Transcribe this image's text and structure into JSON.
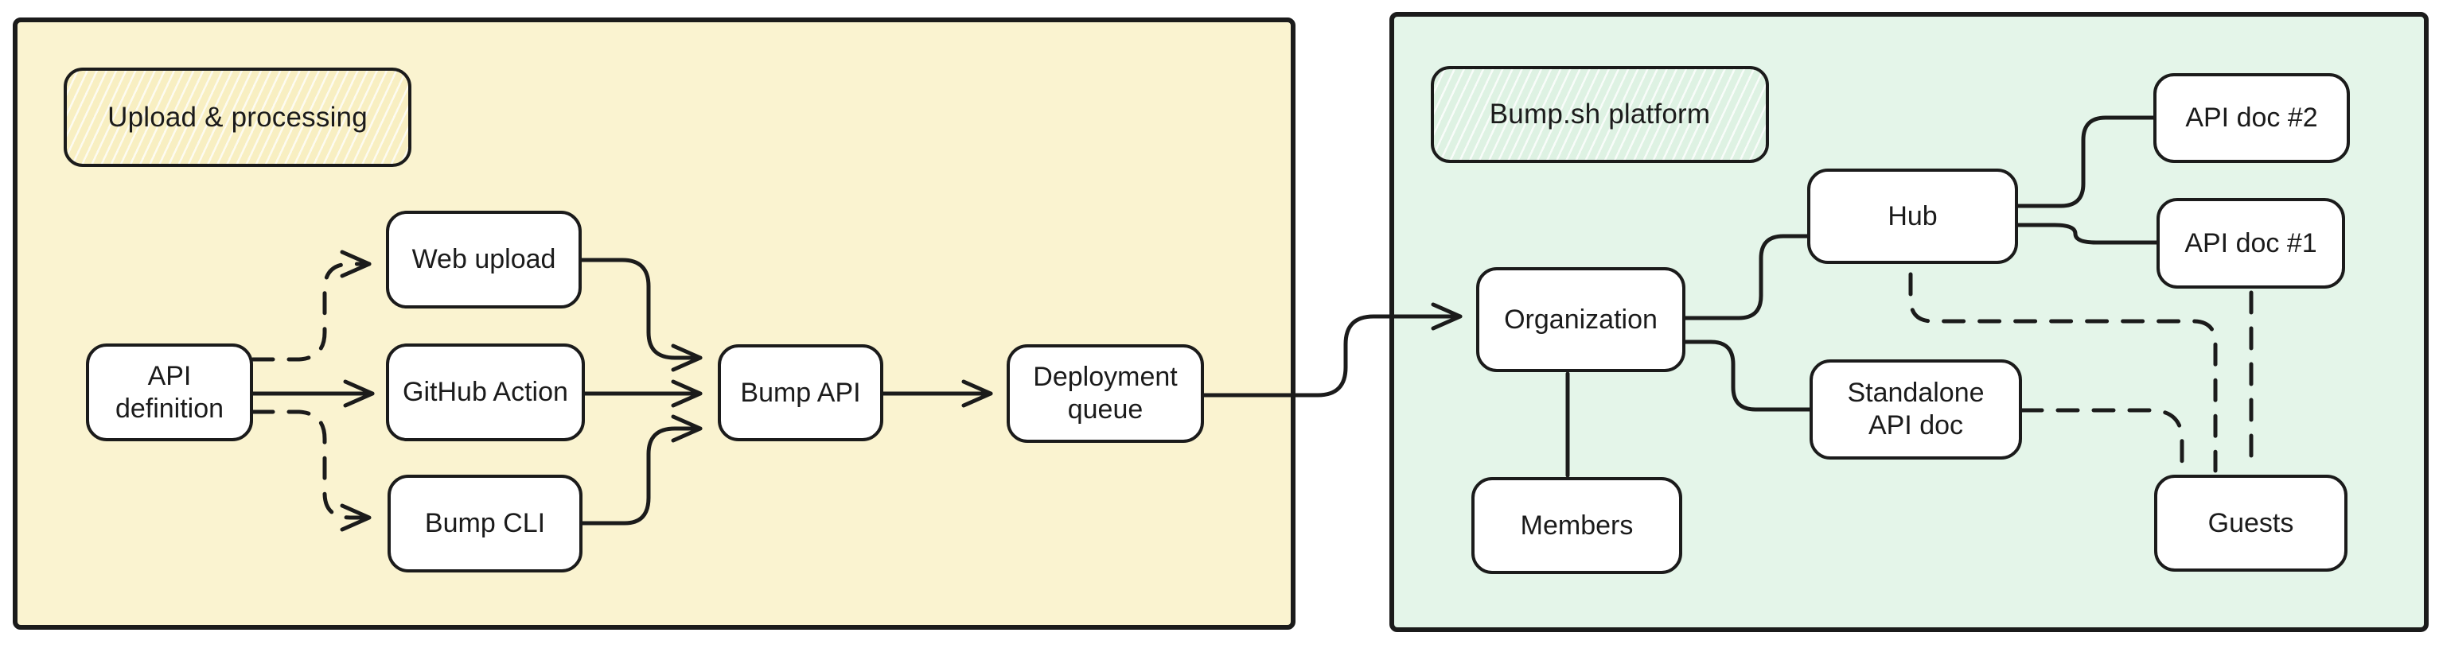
{
  "colors": {
    "ink": "#1b1b1b",
    "upload_panel_bg": "#faf3d0",
    "upload_label_bg": "#f8efc2",
    "platform_panel_bg": "#e4f5e9",
    "platform_label_bg": "#def2e3",
    "node_bg": "#ffffff"
  },
  "panels": {
    "upload": {
      "title": "Upload & processing"
    },
    "platform": {
      "title": "Bump.sh platform"
    }
  },
  "nodes": {
    "api_definition": {
      "label": "API\ndefinition"
    },
    "web_upload": {
      "label": "Web upload"
    },
    "github_action": {
      "label": "GitHub Action"
    },
    "bump_cli": {
      "label": "Bump CLI"
    },
    "bump_api": {
      "label": "Bump API"
    },
    "deployment_queue": {
      "label": "Deployment\nqueue"
    },
    "organization": {
      "label": "Organization"
    },
    "members": {
      "label": "Members"
    },
    "hub": {
      "label": "Hub"
    },
    "standalone_api_doc": {
      "label": "Standalone\nAPI doc"
    },
    "api_doc_2": {
      "label": "API doc #2"
    },
    "api_doc_1": {
      "label": "API doc #1"
    },
    "guests": {
      "label": "Guests"
    }
  },
  "edges": [
    {
      "from": "API definition",
      "to": "Web upload",
      "line": "dashed",
      "arrow": true
    },
    {
      "from": "API definition",
      "to": "GitHub Action",
      "line": "solid",
      "arrow": true
    },
    {
      "from": "API definition",
      "to": "Bump CLI",
      "line": "dashed",
      "arrow": true
    },
    {
      "from": "Web upload",
      "to": "Bump API",
      "line": "solid",
      "arrow": true
    },
    {
      "from": "GitHub Action",
      "to": "Bump API",
      "line": "solid",
      "arrow": true
    },
    {
      "from": "Bump CLI",
      "to": "Bump API",
      "line": "solid",
      "arrow": true
    },
    {
      "from": "Bump API",
      "to": "Deployment queue",
      "line": "solid",
      "arrow": true
    },
    {
      "from": "Deployment queue",
      "to": "Organization",
      "line": "solid",
      "arrow": true
    },
    {
      "from": "Organization",
      "to": "Hub",
      "line": "solid",
      "arrow": false
    },
    {
      "from": "Organization",
      "to": "Standalone API doc",
      "line": "solid",
      "arrow": false
    },
    {
      "from": "Organization",
      "to": "Members",
      "line": "solid",
      "arrow": false
    },
    {
      "from": "Hub",
      "to": "API doc #2",
      "line": "solid",
      "arrow": false
    },
    {
      "from": "Hub",
      "to": "API doc #1",
      "line": "solid",
      "arrow": false
    },
    {
      "from": "Hub",
      "to": "Guests",
      "line": "dashed",
      "arrow": false
    },
    {
      "from": "Standalone API doc",
      "to": "Guests",
      "line": "dashed",
      "arrow": false
    },
    {
      "from": "API doc #1",
      "to": "Guests",
      "line": "dashed",
      "arrow": false
    }
  ]
}
